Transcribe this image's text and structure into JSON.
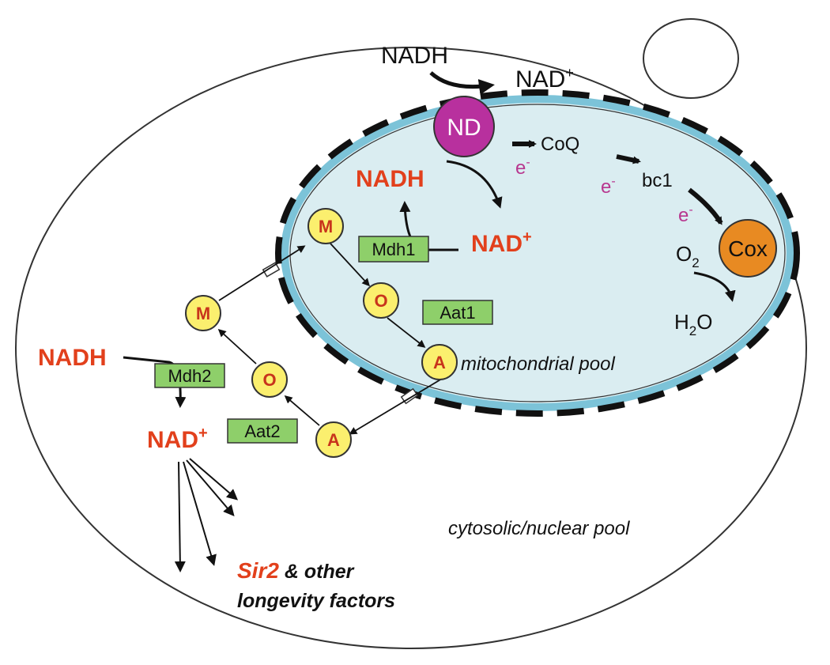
{
  "colors": {
    "red_text": "#e2401c",
    "electron": "#b8378f",
    "nd_fill": "#b8309e",
    "cox_fill": "#e88a22",
    "metabolite_fill": "#fbef6e",
    "enzyme_fill": "#8ecf6a",
    "mito_fill": "#daedf1",
    "mito_membrane": "#7cc3d8",
    "sir2": "#e2401c"
  },
  "external": {
    "nadh": "NADH",
    "nad_plus_base": "NAD",
    "nad_plus_sup": "+",
    "nd": "ND"
  },
  "etc": {
    "coq": "CoQ",
    "bc1": "bc1",
    "cox": "Cox",
    "electron": "e",
    "electron_sup": "-",
    "o2_base": "O",
    "o2_sub": "2",
    "h2o_h": "H",
    "h2o_sub": "2",
    "h2o_o": "O"
  },
  "mito": {
    "nadh": "NADH",
    "nad_base": "NAD",
    "nad_sup": "+",
    "mdh1": "Mdh1",
    "aat1": "Aat1",
    "pool_label": "mitochondrial pool"
  },
  "cyto": {
    "nadh": "NADH",
    "nad_base": "NAD",
    "nad_sup": "+",
    "mdh2": "Mdh2",
    "aat2": "Aat2",
    "pool_label": "cytosolic/nuclear pool"
  },
  "metabolites": {
    "m": "M",
    "o": "O",
    "a": "A"
  },
  "longevity": {
    "sir2": "Sir2",
    "rest": " & other",
    "line2": "longevity factors"
  }
}
